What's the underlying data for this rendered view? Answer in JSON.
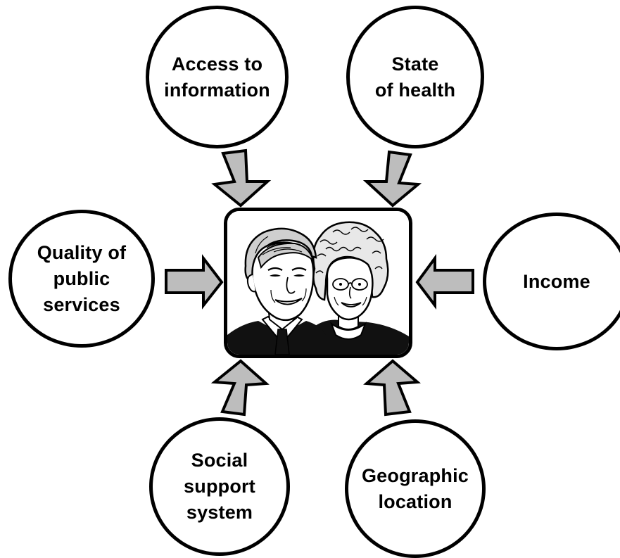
{
  "diagram": {
    "center": {
      "image_name": "couple-portrait"
    },
    "factors": [
      {
        "id": "access",
        "label": "Access to\ninformation"
      },
      {
        "id": "health",
        "label": "State\nof health"
      },
      {
        "id": "quality",
        "label": "Quality of\npublic\nservices"
      },
      {
        "id": "income",
        "label": "Income"
      },
      {
        "id": "social",
        "label": "Social\nsupport\nsystem"
      },
      {
        "id": "geo",
        "label": "Geographic\nlocation"
      }
    ],
    "colors": {
      "outline": "#000000",
      "arrow_fill": "#bdbdbd",
      "background": "#ffffff",
      "suit": "#111111"
    }
  }
}
